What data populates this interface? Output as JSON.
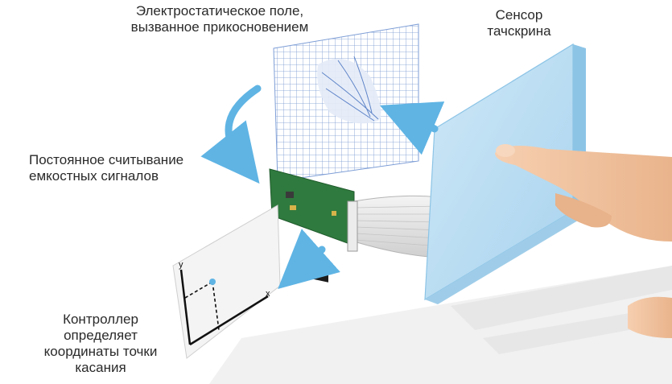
{
  "labels": {
    "field_line1": "Электростатическое поле,",
    "field_line2": "вызванное прикосновением",
    "sensor_line1": "Сенсор",
    "sensor_line2": "тачскрина",
    "read_line1": "Постоянное считывание",
    "read_line2": "емкостных сигналов",
    "ctrl_line1": "Контроллер",
    "ctrl_line2": "определяет",
    "ctrl_line3": "координаты точки",
    "ctrl_line4": "касания"
  },
  "axis_labels": {
    "x": "x",
    "y": "y"
  },
  "colors": {
    "sensor_panel": "#b9ddf2",
    "sensor_edge": "#8cc4e6",
    "arrow": "#5fb4e4",
    "grid_line": "#5d83c8",
    "pcb": "#2f7a3e",
    "cable": "#e6e6e6",
    "finger": "#f2c4a0"
  }
}
